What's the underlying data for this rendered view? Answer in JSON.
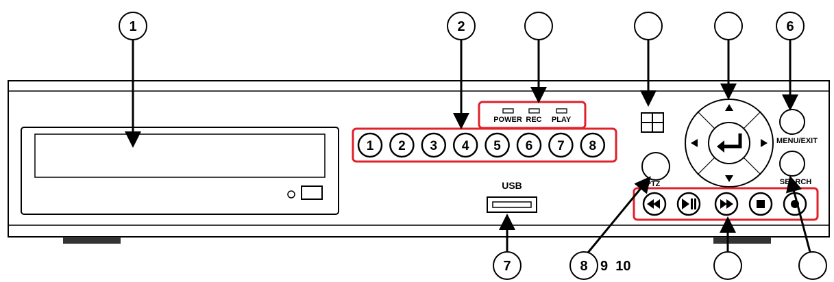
{
  "callouts": {
    "c1": "1",
    "c2": "2",
    "c3": "",
    "c4": "",
    "c5": "",
    "c6": "6",
    "c7": "7",
    "c8": "8",
    "c8_extra": "9  10",
    "c9": "",
    "c10": ""
  },
  "leds": {
    "power": "POWER",
    "rec": "REC",
    "play": "PLAY"
  },
  "channels": [
    "1",
    "2",
    "3",
    "4",
    "5",
    "6",
    "7",
    "8"
  ],
  "labels": {
    "usb": "USB",
    "ptz": "PTZ",
    "menu_exit": "MENU/EXIT",
    "search": "SEARCH"
  },
  "icons": {
    "multiview": "quad-split-icon",
    "enter": "enter-arrow-icon",
    "rewind": "rewind-icon",
    "play_pause": "play-pause-icon",
    "fast_forward": "fast-forward-icon",
    "stop": "stop-icon",
    "record": "record-icon"
  },
  "colors": {
    "highlight": "#e0202a",
    "outline": "#000000"
  }
}
